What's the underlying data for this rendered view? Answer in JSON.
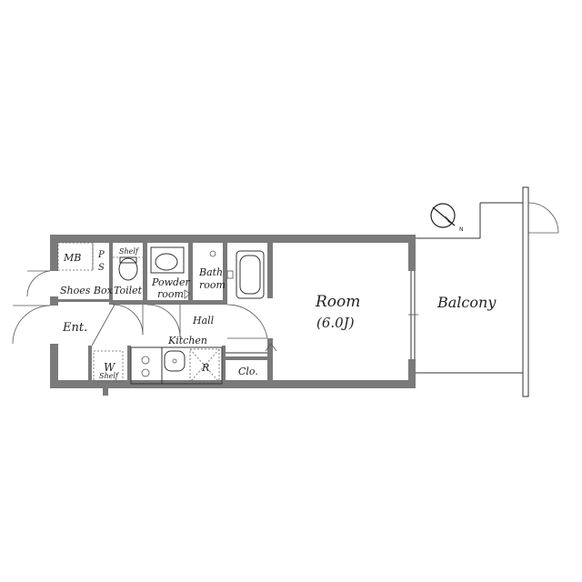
{
  "rooms": {
    "mb": "MB",
    "ps_p": "P",
    "ps_s": "S",
    "shelf_toilet": "Shelf",
    "shoes_box": "Shoes Box",
    "toilet": "Toilet",
    "powder_room_1": "Powder",
    "powder_room_2": "room",
    "bath_room_1": "Bath",
    "bath_room_2": "room",
    "room": "Room",
    "room_size": "(6.0J)",
    "balcony": "Balcony",
    "ent": "Ent.",
    "hall": "Hall",
    "kitchen": "Kitchen",
    "washer": "W",
    "shelf_washer": "Shelf",
    "refrigerator": "R",
    "closet": "Clo."
  },
  "icons": {
    "north": "north-arrow-icon"
  }
}
